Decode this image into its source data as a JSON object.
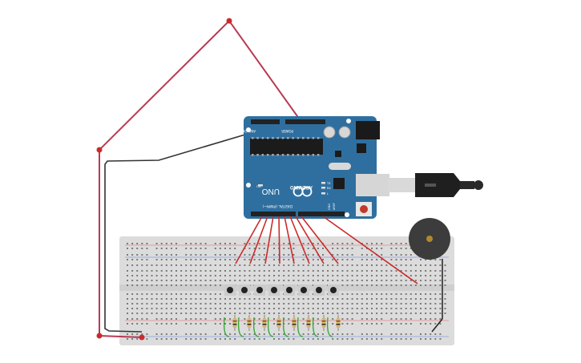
{
  "board": {
    "brand": "ARDUINO",
    "model": "UNO",
    "header_digital": "DIGITAL (PWM~)",
    "header_power": "POWER",
    "header_analog": "ANALOG IN",
    "pin_tx": "TX",
    "pin_rx": "RX",
    "pin_l": "L",
    "pin_on": "ON",
    "pin_aref": "AREF",
    "pin_gnd": "GND"
  },
  "colors": {
    "board": "#2f6f9f",
    "board_dark": "#1f5680",
    "wire_red": "#cc2a2a",
    "wire_pink": "#b83a55",
    "wire_black": "#333333",
    "wire_green": "#3aa83a",
    "breadboard": "#dcdcdc",
    "breadboard_hole": "#7a7a7a",
    "buzzer": "#3c3c3c",
    "buzzer_center": "#b08a2a",
    "usb_cable": "#2a2a2a",
    "resistor": "#d9b36a"
  },
  "components": {
    "buttons": 8,
    "resistors": 8,
    "buzzer": "buzzer-icon"
  }
}
